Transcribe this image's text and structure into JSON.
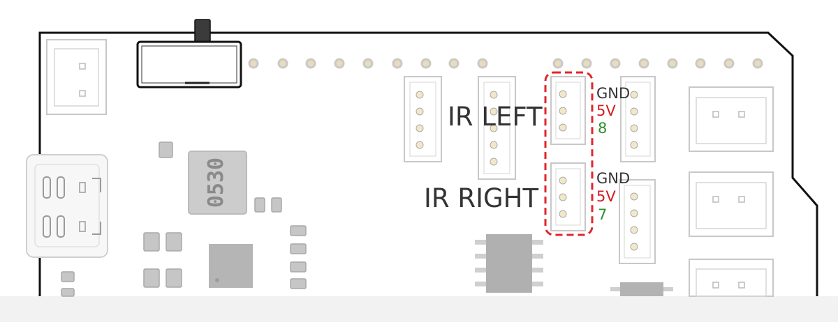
{
  "chip_marking": "0530",
  "sensor_left": {
    "label": "IR LEFT",
    "pins": [
      {
        "label": "GND",
        "color": "#333333"
      },
      {
        "label": "5V",
        "color": "#d21c1c"
      },
      {
        "label": "8",
        "color": "#2e8f2e"
      }
    ]
  },
  "sensor_right": {
    "label": "IR RIGHT",
    "pins": [
      {
        "label": "GND",
        "color": "#333333"
      },
      {
        "label": "5V",
        "color": "#d21c1c"
      },
      {
        "label": "7",
        "color": "#2e8f2e"
      }
    ]
  },
  "colors": {
    "highlight": "#e0262b",
    "outline": "#111111",
    "component_gray": "#bdbdbd",
    "connector_stroke": "#c8c8c8"
  }
}
